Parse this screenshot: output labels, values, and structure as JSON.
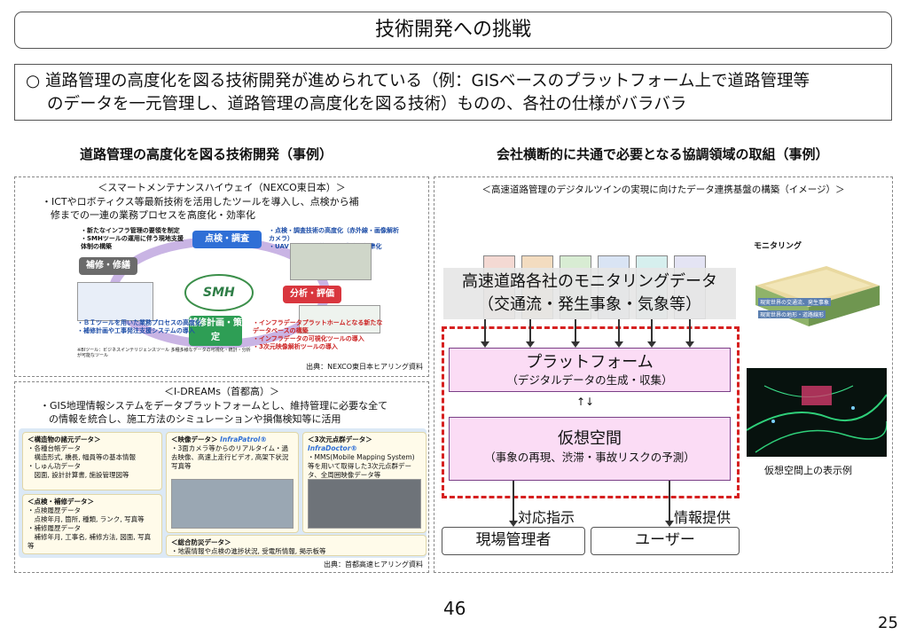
{
  "title": "技術開発への挑戦",
  "summary": {
    "bullet": "○",
    "line1": "道路管理の高度化を図る技術開発が進められている（例：GISベースのプラットフォーム上で道路管理等",
    "line2": "のデータを一元管理し、道路管理の高度化を図る技術）ものの、各社の仕様がバラバラ"
  },
  "left_heading": "道路管理の高度化を図る技術開発（事例）",
  "right_heading": "会社横断的に共通で必要となる協調領域の取組（事例）",
  "smh": {
    "title": "＜スマートメンテナンスハイウェイ（NEXCO東日本）＞",
    "desc1": "・ICTやロボティクス等最新技術を活用したツールを導入し、点検から補",
    "desc2": "修までの一連の業務プロセスを高度化・効率化",
    "logo": "SMH",
    "cycle": [
      "点検・調査",
      "分析・評価",
      "補修計画・策定",
      "補修・修繕"
    ],
    "notes": {
      "top_left": "・新たなインフラ管理の要領を制定\n・SMHツールの運用に伴う現地支援体制の構築",
      "top_right": "・点検・調査技術の高度化（赤外線・画像解析カメラ）\n・UAV（ドローン等）活用業務の標準化",
      "bottom_left": "・ＢＩツールを用いた業務プロセスの高度化\n・補修計画や工事発注支援システムの導入",
      "bottom_right": "・インフラデータプラットホームとなる新たなデータベースの構築\n・インフラデータの可視化ツールの導入\n・3次元映像解析ツールの導入",
      "footnote": "※BIツール：ビジネスインテリジェンスツール 多種多様なデータの可視化・統計・分析が可能なツール"
    },
    "source": "出典：NEXCO東日本ヒアリング資料"
  },
  "idreams": {
    "title": "＜I-DREAMs（首都高）＞",
    "desc1": "・GIS地理情報システムをデータプラットフォームとし、維持管理に必要な全て",
    "desc2": "の情報を統合し、施工方法のシミュレーションや損傷検知等に活用",
    "card1": {
      "title": "＜構造物の諸元データ＞",
      "body": "・各種台帳データ\n　構造形式, 橋長, 幅員等の基本情報\n・しゅん功データ\n　図面, 設計計算書, 施設管理図等"
    },
    "card2": {
      "title": "＜点検・補修データ＞",
      "body": "・点検履歴データ\n　点検年月, 箇所, 種類, ランク, 写真等\n・補修履歴データ\n　補修年月, 工事名, 補修方法, 図面, 写真等"
    },
    "card3": {
      "title": "＜映像データ＞",
      "brand": "InfraPatrol®",
      "body": "・3面カメラ等からのリアルタイム・過去映像、高速上走行ビデオ, 高架下状況写真等"
    },
    "card4": {
      "title": "＜3次元点群データ＞",
      "brand": "InfraDoctor®",
      "body": "・MMS(Mobile Mapping System)等を用いて取得した3次元点群データ、全周囲映像データ等"
    },
    "card5": {
      "title": "＜総合防災データ＞",
      "body": "・地震情報や点検の進捗状況, 受電所情報, 掲示板等"
    },
    "source": "出典：首都高速ヒアリング資料"
  },
  "digital_twin": {
    "title": "＜高速道路管理のデジタルツインの実現に向けたデータ連携基盤の構築（イメージ）＞",
    "monitor_line1": "高速道路各社のモニタリングデータ",
    "monitor_line2": "（交通流・発生事象・気象等）",
    "platform_title": "プラットフォーム",
    "platform_sub": "（デジタルデータの生成・収集）",
    "virtual_title": "仮想空間",
    "virtual_sub": "（事象の再現、渋滞・事故リスクの予測）",
    "arrow_left_label": "対応指示",
    "arrow_right_label": "情報提供",
    "out_left": "現場管理者",
    "out_right": "ユーザー",
    "monitoring_label": "モニタリング",
    "iso_label1": "現実世界の交通流、発生事象",
    "iso_label2": "現実世界の地形・道路線形",
    "vs_caption": "仮想空間上の表示例"
  },
  "page_center": "46",
  "page_number": "25",
  "colors": {
    "cycle_blue": "#2f6fd6",
    "cycle_red": "#d9363e",
    "cycle_green": "#2e9e55",
    "cycle_gray": "#6b6b6b",
    "platform_fill": "#fbdcf5",
    "dashed_red": "#d62020"
  }
}
